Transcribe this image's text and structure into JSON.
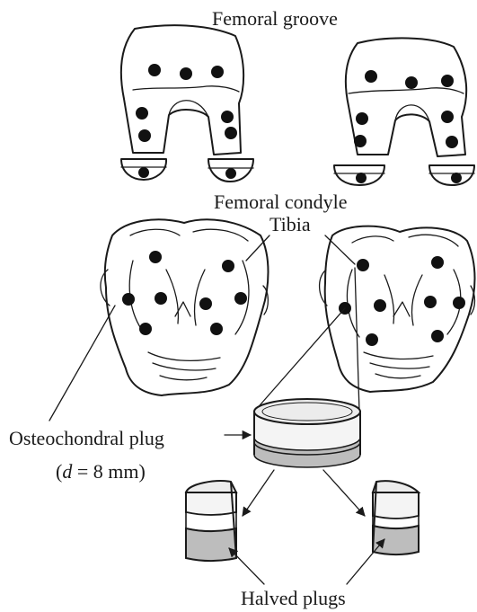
{
  "labels": {
    "femoral_groove": "Femoral groove",
    "femoral_condyle": "Femoral condyle",
    "tibia": "Tibia",
    "osteochondral_plug": "Osteochondral plug",
    "diameter_prefix": "(",
    "diameter_var": "d",
    "diameter_value": " = 8 mm)",
    "halved_plugs": "Halved plugs"
  },
  "colors": {
    "ink": "#1a1a1a",
    "plug_top": "#ececec",
    "plug_band": "#bdbdbd",
    "plug_side": "#f4f4f4"
  }
}
